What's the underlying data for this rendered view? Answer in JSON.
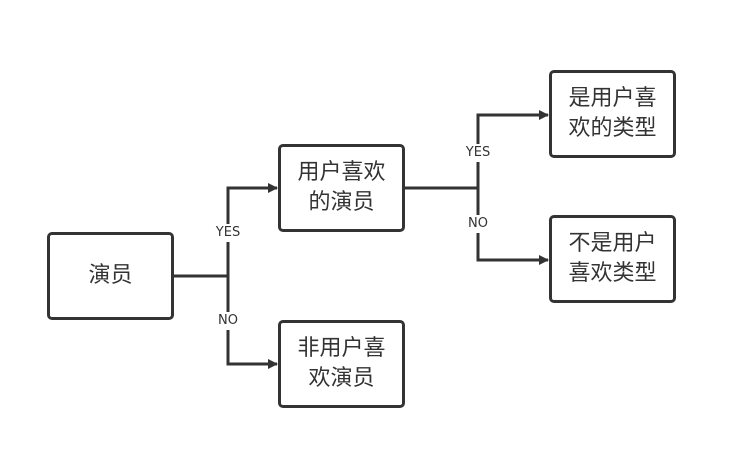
{
  "diagram": {
    "type": "decision-tree",
    "nodes": {
      "root": "演员",
      "liked_actor": "用户喜欢的演员",
      "not_liked_actor": "非用户喜欢演员",
      "liked_type": "是用户喜欢的类型",
      "not_liked_type": "不是用户喜欢类型"
    },
    "edges": [
      {
        "from": "演员",
        "to": "用户喜欢的演员",
        "label": "YES"
      },
      {
        "from": "演员",
        "to": "非用户喜欢演员",
        "label": "NO"
      },
      {
        "from": "用户喜欢的演员",
        "to": "是用户喜欢的类型",
        "label": "YES"
      },
      {
        "from": "用户喜欢的演员",
        "to": "不是用户喜欢类型",
        "label": "NO"
      }
    ],
    "labels": {
      "yes": "YES",
      "no": "NO"
    },
    "colors": {
      "stroke": "#333333",
      "background": "#ffffff"
    }
  }
}
